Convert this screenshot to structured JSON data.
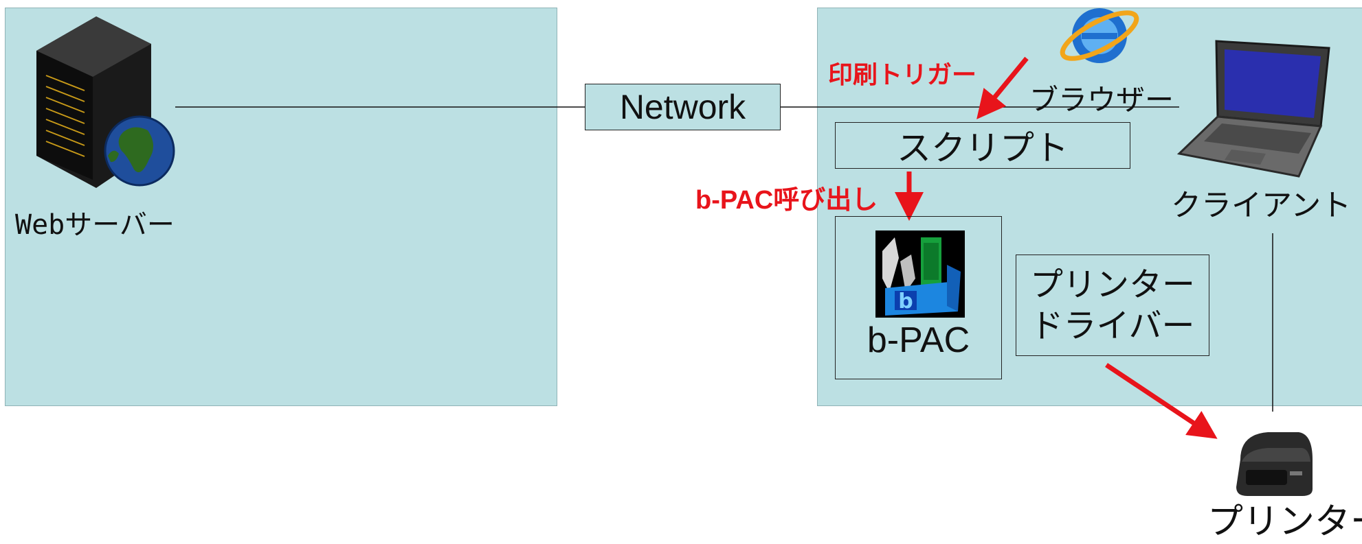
{
  "diagram": {
    "web_server_label": "Webサーバー",
    "network_label": "Network",
    "browser_label": "ブラウザー",
    "client_label": "クライアント",
    "script_label": "スクリプト",
    "bpac_label": "b-PAC",
    "printer_driver_line1": "プリンター",
    "printer_driver_line2": "ドライバー",
    "printer_label": "プリンター",
    "print_trigger_label": "印刷トリガー",
    "bpac_call_label": "b-PAC呼び出し"
  },
  "icons": {
    "server": "server-globe-icon",
    "browser": "internet-explorer-icon",
    "laptop": "laptop-icon",
    "bpac": "bpac-app-icon",
    "printer": "label-printer-icon"
  },
  "colors": {
    "panel_fill": "#bce0e3",
    "arrow_red": "#e8141b",
    "line": "#111111"
  }
}
